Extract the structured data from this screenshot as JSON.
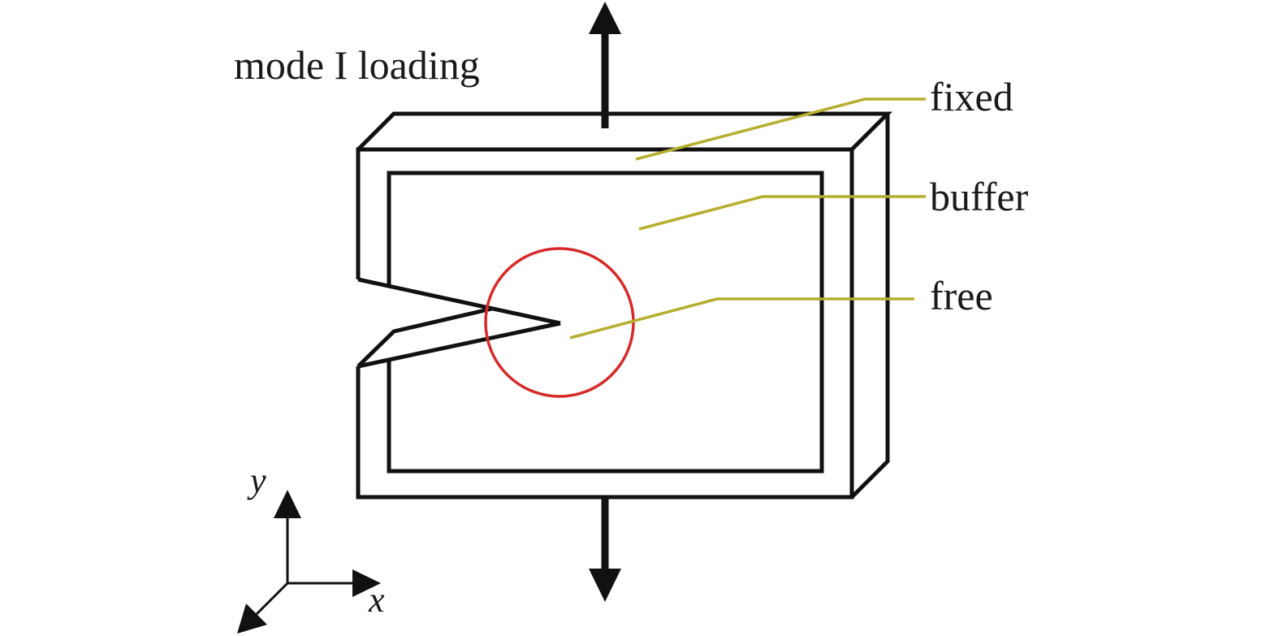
{
  "title": "mode I loading",
  "labels": {
    "fixed": "fixed",
    "buffer": "buffer",
    "free": "free"
  },
  "axes": {
    "x": "x",
    "y": "y"
  },
  "colors": {
    "outline": "#111111",
    "leader": "#b5ae2e",
    "free_region": "#d62a2a"
  }
}
